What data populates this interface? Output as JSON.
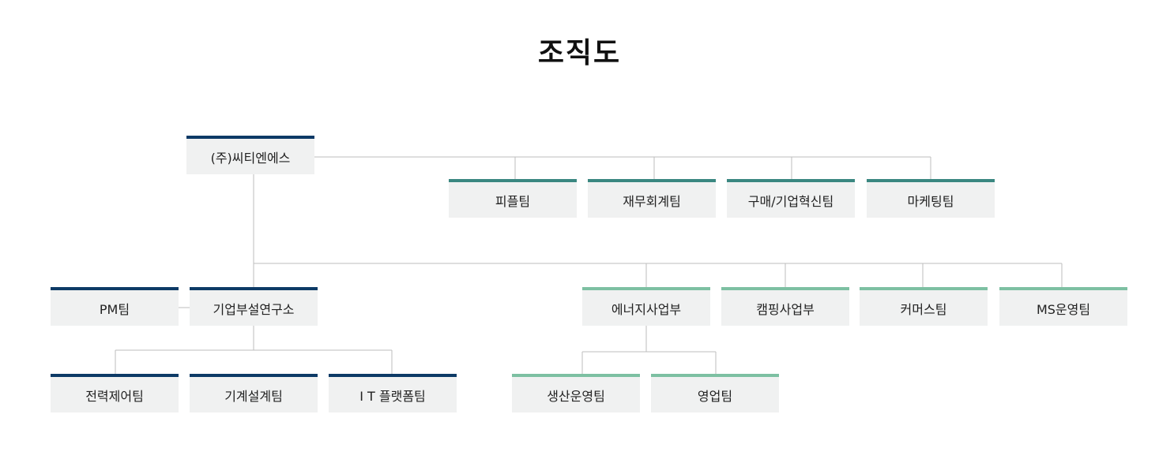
{
  "title": "조직도",
  "colors": {
    "navy": "#0d3a66",
    "teal": "#3a8781",
    "mint": "#7dc0a2",
    "box_bg": "#f0f1f1",
    "line": "#bdbdbd"
  },
  "nodes": {
    "root": "(주)씨티엔에스",
    "people_team": "피플팀",
    "finance_team": "재무회계팀",
    "purchase_team": "구매/기업혁신팀",
    "marketing_team": "마케팅팀",
    "pm_team": "PM팀",
    "research_lab": "기업부설연구소",
    "energy_division": "에너지사업부",
    "camping_division": "캠핑사업부",
    "commerce_team": "커머스팀",
    "ms_team": "MS운영팀",
    "power_control_team": "전력제어팀",
    "mech_design_team": "기계설계팀",
    "it_platform_team": "I T 플랫폼팀",
    "production_team": "생산운영팀",
    "sales_team": "영업팀"
  }
}
